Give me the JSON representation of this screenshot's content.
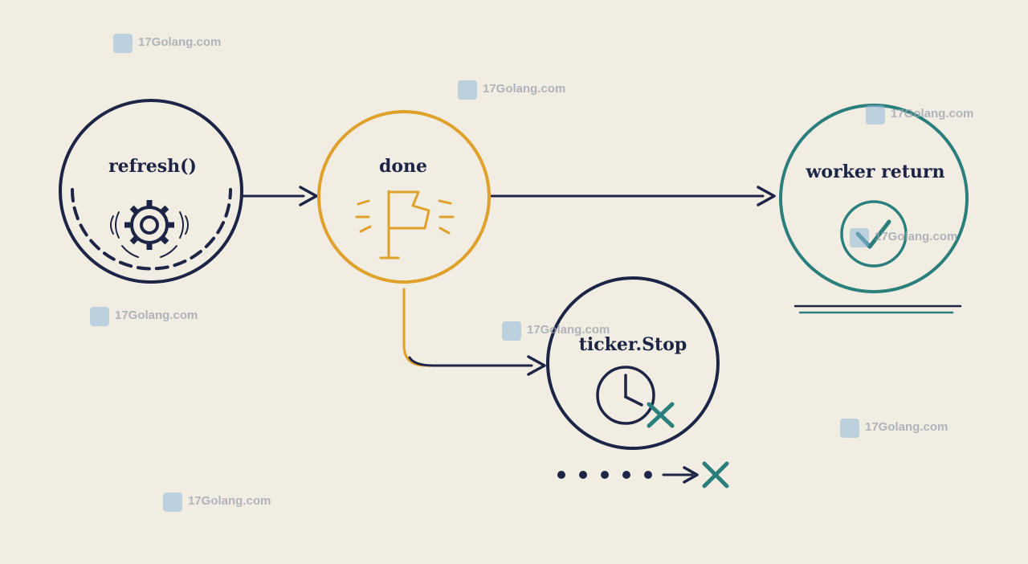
{
  "colors": {
    "background": "#f1ede2",
    "navy": "#1d2547",
    "amber": "#e0a12a",
    "teal": "#2a7f7c"
  },
  "nodes": {
    "refresh": {
      "label": "refresh()",
      "icon": "gear-icon"
    },
    "done": {
      "label": "done",
      "icon": "flag-icon"
    },
    "worker_return": {
      "label": "worker return",
      "icon": "check-circle-icon"
    },
    "ticker_stop": {
      "label": "ticker.Stop",
      "icon": "clock-cancel-icon"
    }
  },
  "watermark": {
    "text": "17Golang.com",
    "icon": "site-logo-icon"
  }
}
